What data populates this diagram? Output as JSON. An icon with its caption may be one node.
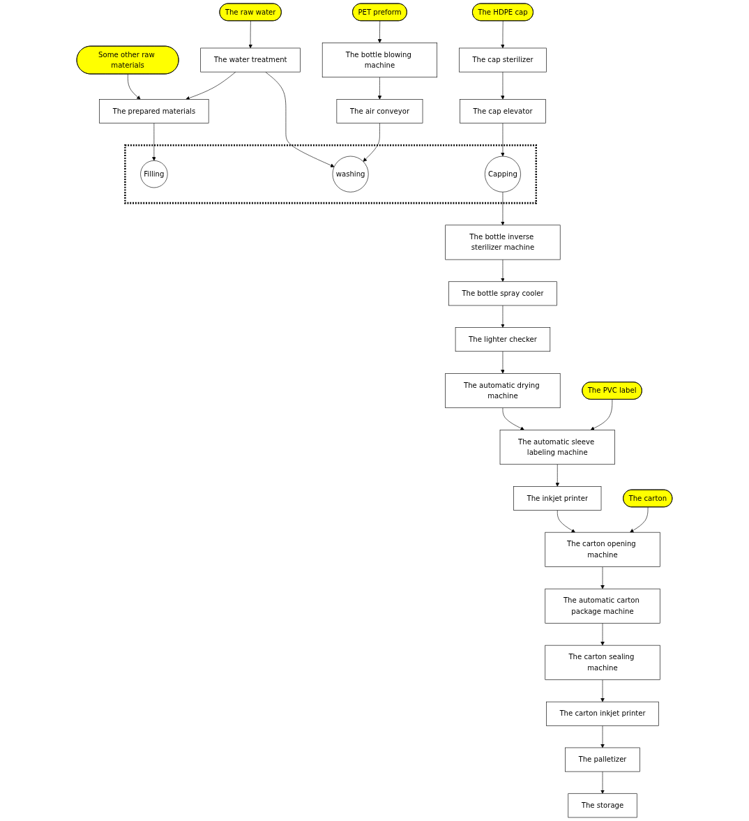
{
  "diagram": {
    "nodes": [
      {
        "text": [
          "The prepared materials"
        ]
      },
      {
        "text": [
          "Some other raw materials"
        ]
      },
      {
        "text": [
          "The raw water"
        ]
      },
      {
        "text": [
          "The water treatment"
        ]
      },
      {
        "text": [],
        "shape": "box"
      },
      {
        "text": [
          "washing"
        ],
        "in": 4
      },
      {
        "text": [
          "Filling"
        ],
        "in": 4
      },
      {
        "text": [
          "Capping"
        ],
        "in": 4
      },
      {
        "text": [
          "The air conveyor"
        ]
      },
      {
        "text": [
          "The bottle blowing machine"
        ]
      },
      {
        "text": [
          "PET preform"
        ]
      },
      {
        "text": [
          "The cap elevator"
        ]
      },
      {
        "text": [
          "The cap sterilizer"
        ]
      },
      {
        "text": [
          "The HDPE cap"
        ]
      },
      {
        "text": [
          "The bottle inverse sterilizer machine"
        ]
      },
      {
        "text": [
          "The bottle spray cooler"
        ]
      },
      {
        "text": [
          "The lighter checker"
        ]
      },
      {
        "text": [
          "The automatic drying machine"
        ]
      },
      {
        "text": [
          "The PVC label"
        ]
      },
      {
        "text": [
          "The automatic sleeve labeling machine"
        ]
      },
      {
        "text": [
          "The inkjet printer"
        ]
      },
      {
        "text": [
          "The carton"
        ]
      },
      {
        "text": [
          "The carton opening machine"
        ]
      },
      {
        "text": [
          "The automatic carton package machine"
        ]
      },
      {
        "text": [
          "The carton sealing machine"
        ]
      },
      {
        "text": [
          "The carton inkjet printer"
        ]
      },
      {
        "text": [
          "The storage"
        ]
      },
      {
        "text": [
          "The palletizer"
        ]
      }
    ],
    "edges": [
      {
        "from": 2,
        "to": 3,
        "arrow": "to"
      },
      {
        "from": 3,
        "to": 0,
        "arrow": "to"
      },
      {
        "from": 1,
        "to": 0,
        "arrow": "to"
      },
      {
        "from": 3,
        "to": 5,
        "arrow": "to"
      },
      {
        "from": 0,
        "to": 6,
        "arrow": "to"
      },
      {
        "from": 8,
        "to": 5,
        "arrow": "to"
      },
      {
        "from": 9,
        "to": 8,
        "arrow": "to"
      },
      {
        "from": 10,
        "to": 9,
        "arrow": "to"
      },
      {
        "from": 11,
        "to": 7,
        "arrow": "to"
      },
      {
        "from": 12,
        "to": 11,
        "arrow": "to"
      },
      {
        "from": 13,
        "to": 12,
        "arrow": "to"
      },
      {
        "from": 7,
        "to": 14,
        "arrow": "to"
      },
      {
        "from": 14,
        "to": 15,
        "arrow": "to"
      },
      {
        "from": 15,
        "to": 16,
        "arrow": "to"
      },
      {
        "from": 16,
        "to": 17,
        "arrow": "to"
      },
      {
        "from": 17,
        "to": 19,
        "arrow": "to"
      },
      {
        "from": 18,
        "to": 19,
        "arrow": "to"
      },
      {
        "from": 19,
        "to": 20,
        "arrow": "to"
      },
      {
        "from": 20,
        "to": 22,
        "arrow": "to"
      },
      {
        "from": 21,
        "to": 22,
        "arrow": "to"
      },
      {
        "from": 22,
        "to": 23,
        "arrow": "to"
      },
      {
        "from": 23,
        "to": 24,
        "arrow": "to"
      },
      {
        "from": 24,
        "to": 25,
        "arrow": "to"
      },
      {
        "from": 25,
        "to": 27,
        "arrow": "to"
      },
      {
        "from": 27,
        "to": 26,
        "arrow": "to"
      }
    ]
  }
}
